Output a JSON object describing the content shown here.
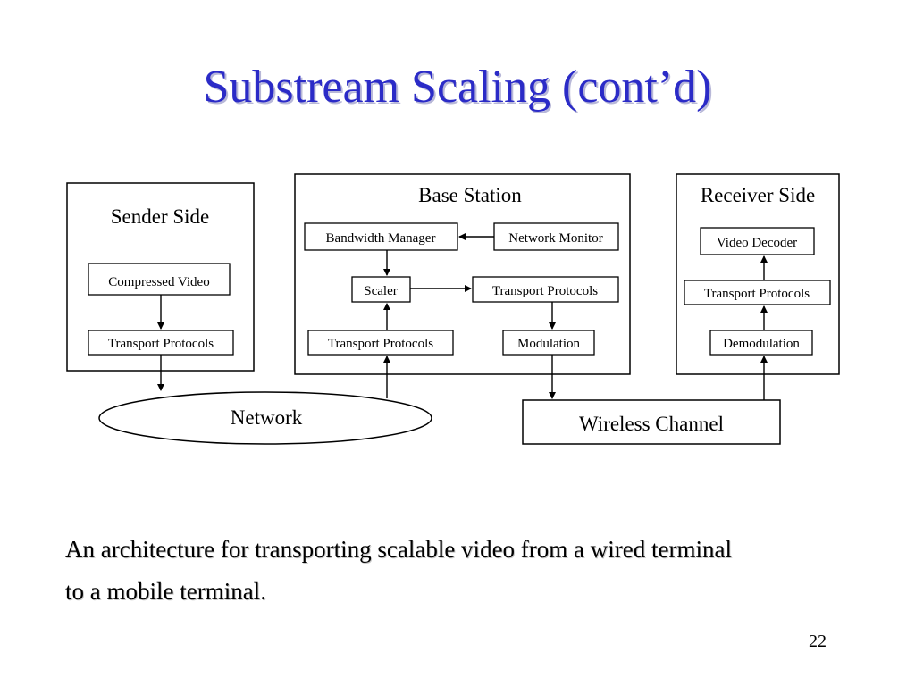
{
  "slide": {
    "title": "Substream Scaling (cont’d)",
    "caption_line1": "An architecture for transporting scalable video from a wired terminal",
    "caption_line2": "to a mobile terminal.",
    "page_number": "22"
  },
  "diagram": {
    "sender": {
      "title": "Sender Side",
      "compressed_video": "Compressed Video",
      "transport": "Transport Protocols"
    },
    "base": {
      "title": "Base Station",
      "bandwidth_manager": "Bandwidth Manager",
      "network_monitor": "Network Monitor",
      "scaler": "Scaler",
      "transport_right": "Transport Protocols",
      "transport_left": "Transport Protocols",
      "modulation": "Modulation"
    },
    "receiver": {
      "title": "Receiver Side",
      "video_decoder": "Video Decoder",
      "transport": "Transport Protocols",
      "demodulation": "Demodulation"
    },
    "network": "Network",
    "wireless_channel": "Wireless Channel"
  }
}
